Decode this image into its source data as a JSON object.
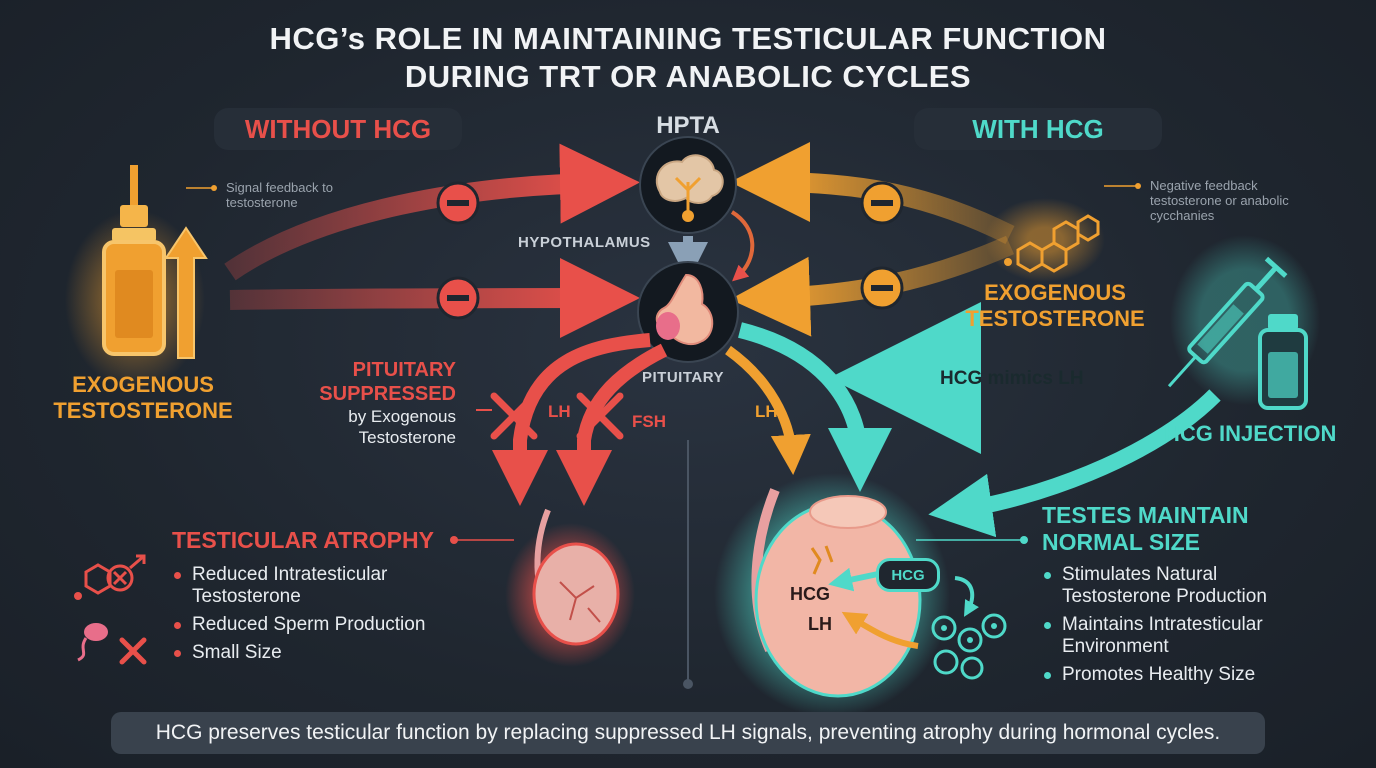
{
  "title": {
    "line1": "HCG’s ROLE IN MAINTAINING TESTICULAR FUNCTION",
    "line2": "DURING TRT OR ANABOLIC CYCLES"
  },
  "left": {
    "header": "WITHOUT HCG",
    "note": "Signal feedback to testosterone",
    "source_label": "EXOGENOUS TESTOSTERONE",
    "suppressed_title": "PITUITARY SUPPRESSED",
    "suppressed_sub": "by Exogenous Testosterone",
    "lh_label": "LH",
    "fsh_label": "FSH",
    "result_title": "TESTICULAR ATROPHY",
    "bullets": [
      "Reduced Intratesticular Testosterone",
      "Reduced Sperm Production",
      "Small Size"
    ]
  },
  "center": {
    "axis_label": "HPTA",
    "hypothalamus_label": "HYPOTHALAMUS",
    "pituitary_label": "PITUITARY",
    "lh_label": "LH",
    "testis_hcg": "HCG",
    "testis_lh": "LH",
    "bubble_hcg": "HCG"
  },
  "right": {
    "header": "WITH HCG",
    "note": "Negative feedback testosterone or anabolic cycchanies",
    "source_label": "EXOGENOUS TESTOSTERONE",
    "mimic_label": "HCG mimics LH",
    "injection_label": "HCG INJECTION",
    "result_title": "TESTES MAINTAIN NORMAL SIZE",
    "bullets": [
      "Stimulates Natural Testosterone Production",
      "Maintains Intratesticular Environment",
      "Promotes Healthy Size"
    ]
  },
  "footer": "HCG preserves testicular function by replacing suppressed LH signals, preventing atrophy during hormonal cycles.",
  "colors": {
    "without": "#e8504a",
    "with": "#4fd9c9",
    "feedback": "#f0a030",
    "background": "#1f262f"
  },
  "icons": [
    "vial-icon",
    "up-arrow-icon",
    "brain-icon",
    "pituitary-icon",
    "inhibit-icon",
    "block-x-icon",
    "testis-icon",
    "steroid-molecule-icon",
    "syringe-icon",
    "cells-icon",
    "sperm-icon",
    "gender-blocked-icon"
  ]
}
